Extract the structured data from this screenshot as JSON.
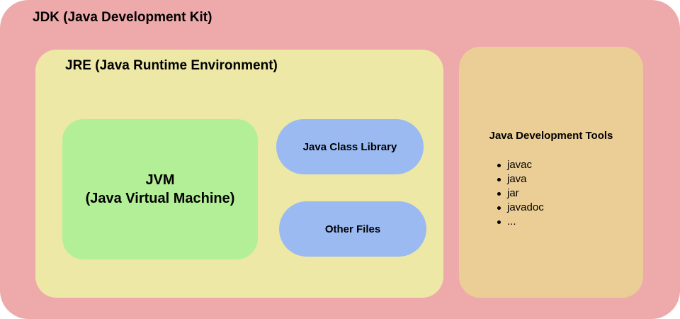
{
  "jdk": {
    "title": "JDK (Java Development Kit)"
  },
  "jre": {
    "title": "JRE (Java Runtime Environment)",
    "jvm": {
      "line1": "JVM",
      "line2": "(Java Virtual Machine)"
    },
    "class_library": "Java Class Library",
    "other_files": "Other Files"
  },
  "tools": {
    "title": "Java Development Tools",
    "items": [
      "javac",
      "java",
      "jar",
      "javadoc",
      "..."
    ]
  },
  "colors": {
    "jdk_bg": "#eeaaaa",
    "jre_bg": "#ede8a6",
    "jvm_bg": "#b3ef96",
    "pill_bg": "#9bbaf2",
    "tools_bg": "#ebcd96"
  }
}
